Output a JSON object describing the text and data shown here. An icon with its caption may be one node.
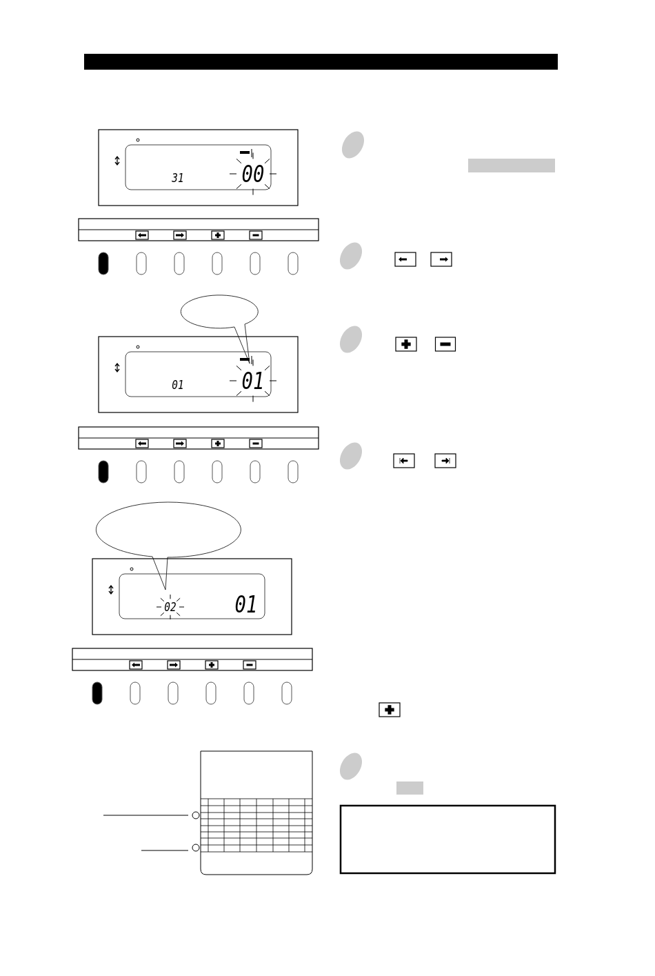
{
  "diagram": {
    "nodes": [
      {
        "text": [],
        "shape": "ellipse"
      },
      {
        "text": [],
        "shape": "ellipse"
      },
      {
        "text": [],
        "shape": "box"
      }
    ],
    "labels": [
      "31",
      "00",
      "01",
      "01",
      "02",
      "01"
    ]
  }
}
